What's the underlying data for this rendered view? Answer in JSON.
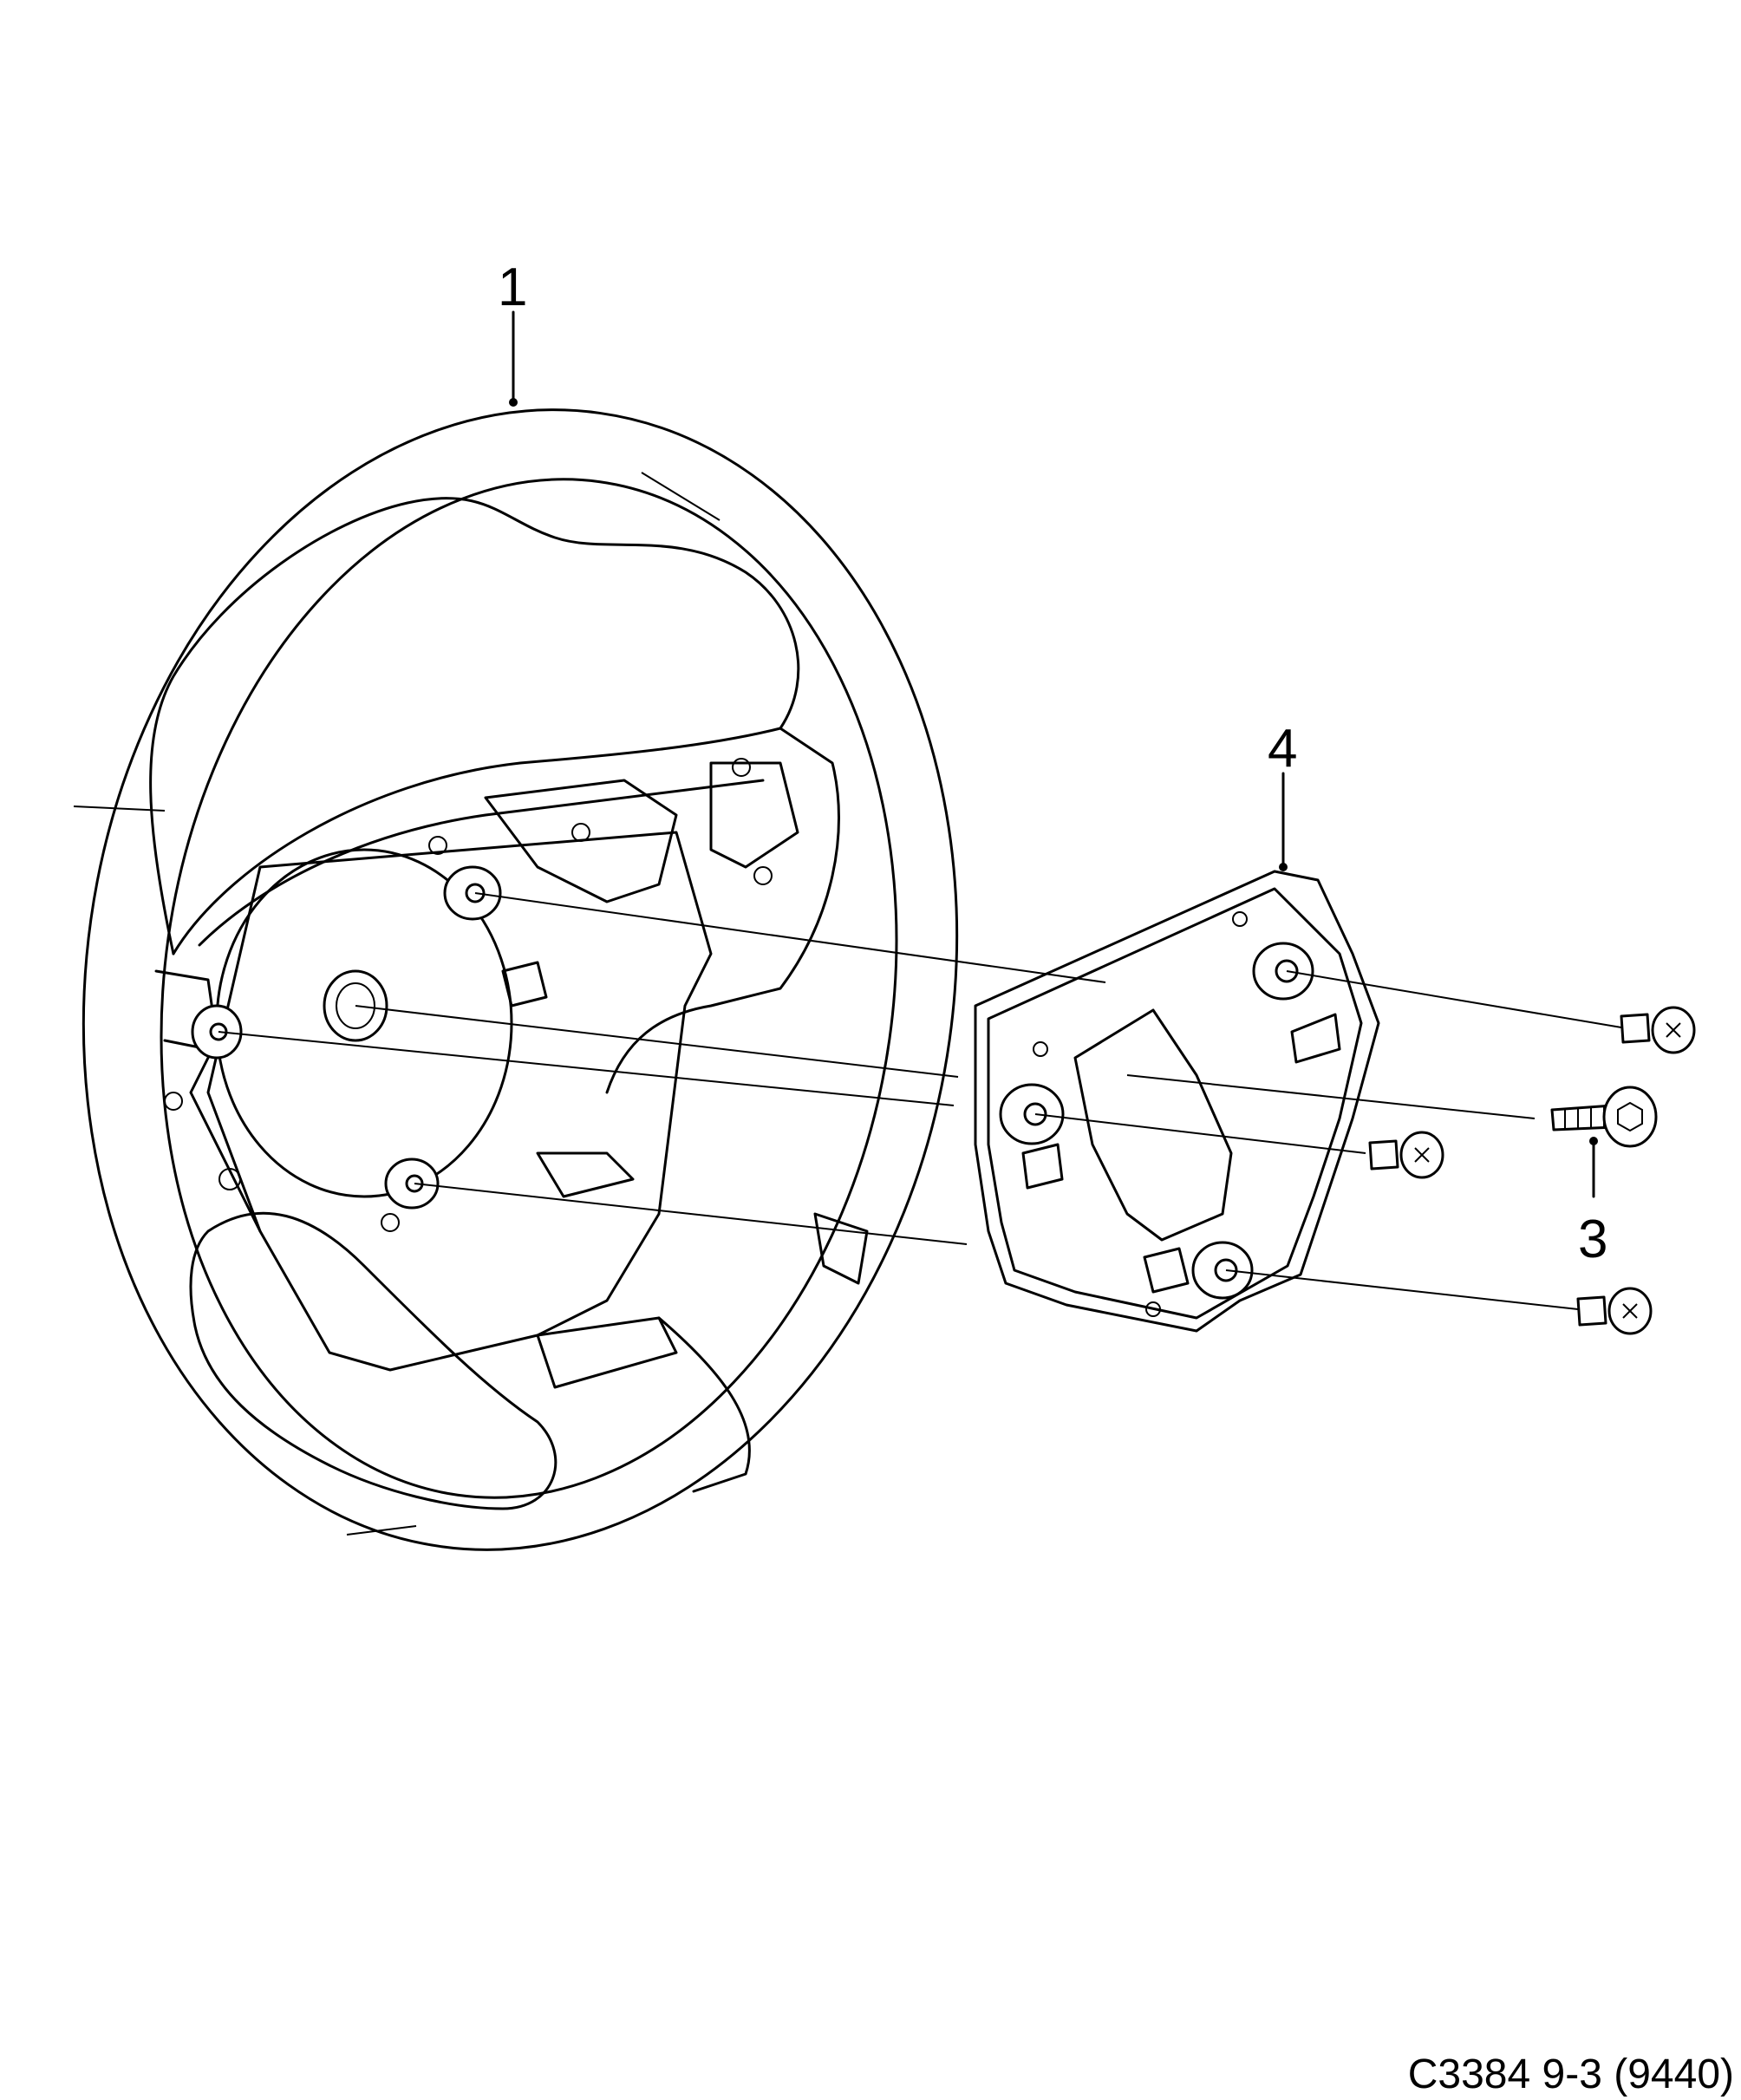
{
  "callouts": {
    "c1": "1",
    "c3": "3",
    "c4": "4"
  },
  "reference": "C3384 9-3 (9440)",
  "colors": {
    "line": "#000000",
    "background": "#ffffff"
  }
}
